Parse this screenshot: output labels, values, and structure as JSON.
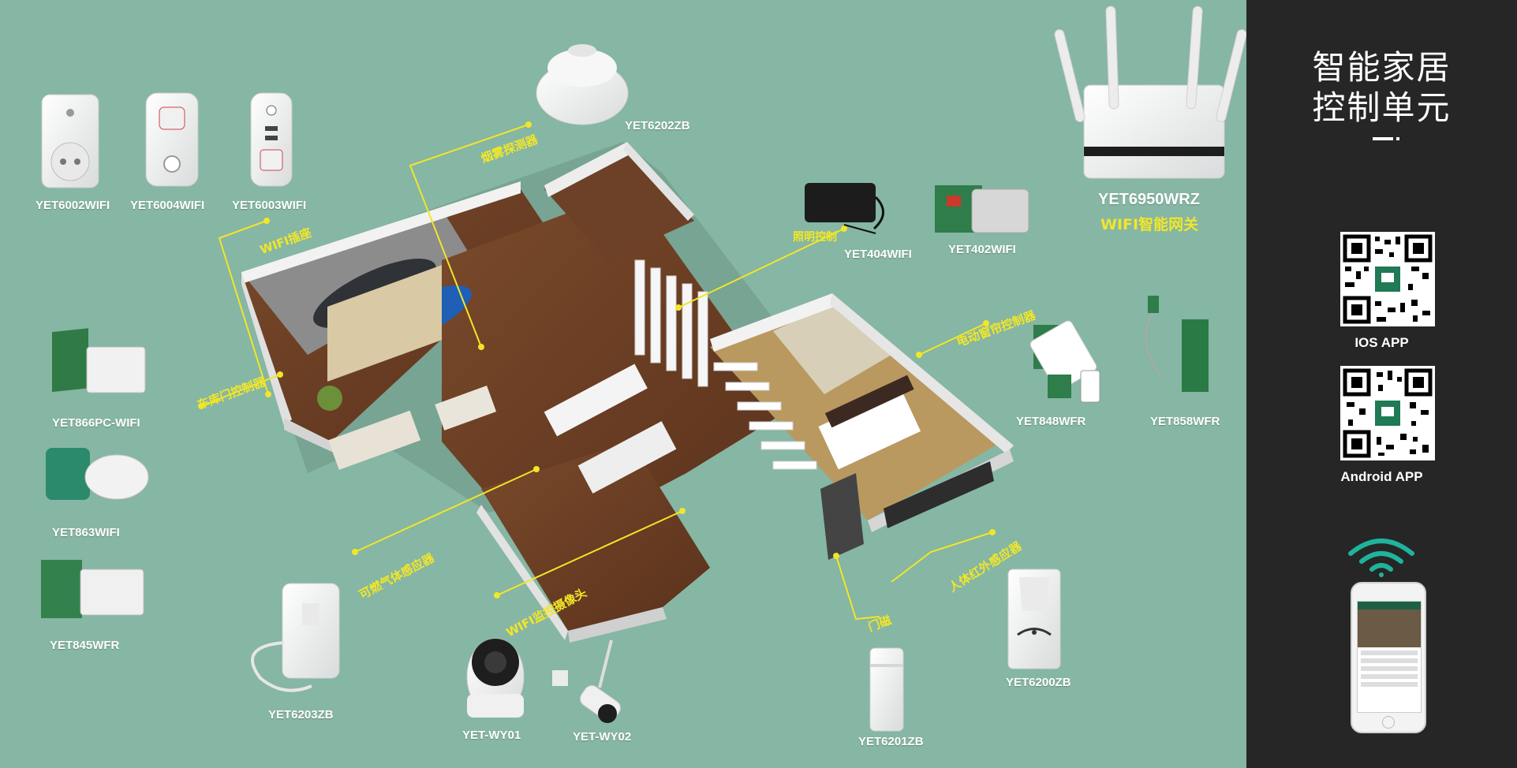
{
  "panel": {
    "title_line1": "智能家居",
    "title_line2": "控制单元",
    "ios_label": "IOS APP",
    "android_label": "Android APP"
  },
  "products": {
    "p6002": "YET6002WIFI",
    "p6004": "YET6004WIFI",
    "p6003": "YET6003WIFI",
    "p6202": "YET6202ZB",
    "p404": "YET404WIFI",
    "p402": "YET402WIFI",
    "p6950": "YET6950WRZ",
    "p866": "YET866PC-WIFI",
    "p863": "YET863WIFI",
    "p845": "YET845WFR",
    "p848": "YET848WFR",
    "p858": "YET858WFR",
    "p6203": "YET6203ZB",
    "wy01": "YET-WY01",
    "wy02": "YET-WY02",
    "p6201": "YET6201ZB",
    "p6200": "YET6200ZB"
  },
  "callouts": {
    "gateway": "WIFI智能网关",
    "smoke": "烟雾探测器",
    "socket": "WIFI插座",
    "lighting": "照明控制",
    "garage": "车库门控制器",
    "curtain": "电动窗帘控制器",
    "gas": "可燃气体感应器",
    "camera": "WIFI监控摄像头",
    "door": "门磁",
    "pir": "人体红外感应器"
  },
  "colors": {
    "background": "#86b6a4",
    "panel": "#262626",
    "accent_yellow": "#f2e628",
    "wifi_teal": "#1fb39c"
  }
}
